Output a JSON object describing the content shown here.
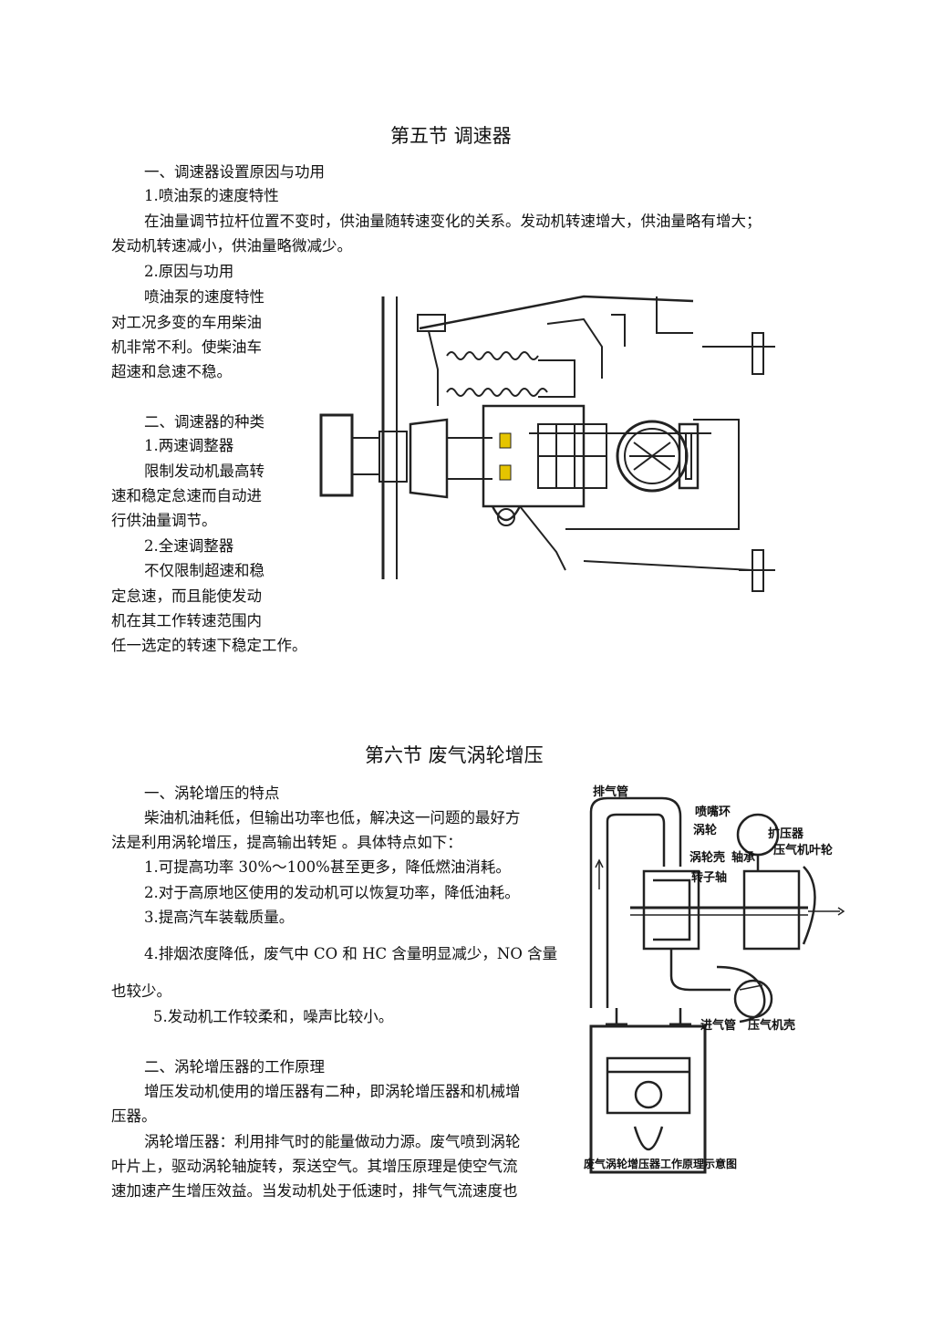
{
  "section5": {
    "title": "第五节    调速器",
    "h1": "一、调速器设置原因与功用",
    "h1_1": "1.喷油泵的速度特性",
    "p1_line1": "在油量调节拉杆位置不变时，供油量随转速变化的关系。发动机转速增大，供油量略有增大；",
    "p1_line2": "发动机转速减小，供油量略微减少。",
    "h1_2": "2.原因与功用",
    "p2_lines": [
      "喷油泵的速度特性",
      "对工况多变的车用柴油",
      "机非常不利。使柴油车",
      "超速和怠速不稳。"
    ],
    "h2": "二、调速器的种类",
    "h2_1": "1.两速调整器",
    "p3_lines": [
      "限制发动机最高转",
      "速和稳定怠速而自动进",
      "行供油量调节。"
    ],
    "h2_2": "2.全速调整器",
    "p4_lines": [
      "不仅限制超速和稳",
      "定怠速，而且能使发动",
      "机在其工作转速范围内",
      "任一选定的转速下稳定工作。"
    ]
  },
  "section6": {
    "title": "第六节 废气涡轮增压",
    "h1": "一、涡轮增压的特点",
    "p1_line1": "柴油机油耗低，但输出功率也低，解决这一问题的最好方",
    "p1_line2": "法是利用涡轮增压，提高输出转矩 。具体特点如下：",
    "items": [
      "1.可提高功率 30%～100%甚至更多，降低燃油消耗。",
      "2.对于高原地区使用的发动机可以恢复功率，降低油耗。",
      "3.提高汽车装载质量。",
      "4.排烟浓度降低，废气中 CO 和 HC 含量明显减少，NO 含量",
      "也较少。",
      "5.发动机工作较柔和，噪声比较小。"
    ],
    "h2": "二、涡轮增压器的工作原理",
    "p2_line1": "增压发动机使用的增压器有二种，即涡轮增压器和机械增",
    "p2_line2": "压器。",
    "p3_lines": [
      "涡轮增压器：利用排气时的能量做动力源。废气喷到涡轮",
      "叶片上，驱动涡轮轴旋转，泵送空气。其增压原理是使空气流",
      "速加速产生增压效益。当发动机处于低速时，排气气流速度也"
    ]
  },
  "figure_turbo": {
    "labels": {
      "exhaust_pipe": "排气管",
      "nozzle_ring": "喷嘴环",
      "turbine": "涡轮",
      "turbine_housing": "涡轮壳",
      "bearing": "轴承",
      "rotor_shaft": "转子轴",
      "diffuser": "扩压器",
      "compressor_wheel": "压气机叶轮",
      "intake_pipe": "进气管",
      "compressor_housing": "压气机壳"
    },
    "caption": "废气涡轮增压器工作原理示意图"
  }
}
